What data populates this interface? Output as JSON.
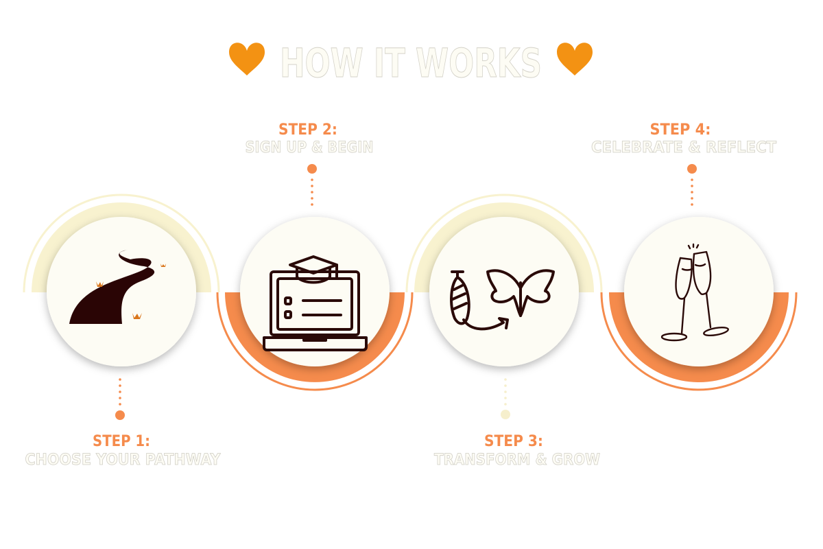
{
  "header": {
    "title": "HOW IT WORKS",
    "icon_left": "heart-icon",
    "icon_right": "heart-icon"
  },
  "colors": {
    "accent_orange": "#f58b4c",
    "heart": "#f39213",
    "cream": "#f8f2cf",
    "circle_fill": "#fdfcf4",
    "icon_dark": "#2a0a08"
  },
  "steps": [
    {
      "heading": "STEP 1:",
      "label": "CHOOSE YOUR PATHWAY",
      "icon": "winding-path-icon"
    },
    {
      "heading": "STEP 2:",
      "label": "SIGN UP & BEGIN",
      "icon": "laptop-graduation-cap-icon"
    },
    {
      "heading": "STEP 3:",
      "label": "TRANSFORM & GROW",
      "icon": "cocoon-butterfly-icon"
    },
    {
      "heading": "STEP 4:",
      "label": "CELEBRATE & REFLECT",
      "icon": "champagne-glasses-icon"
    }
  ]
}
